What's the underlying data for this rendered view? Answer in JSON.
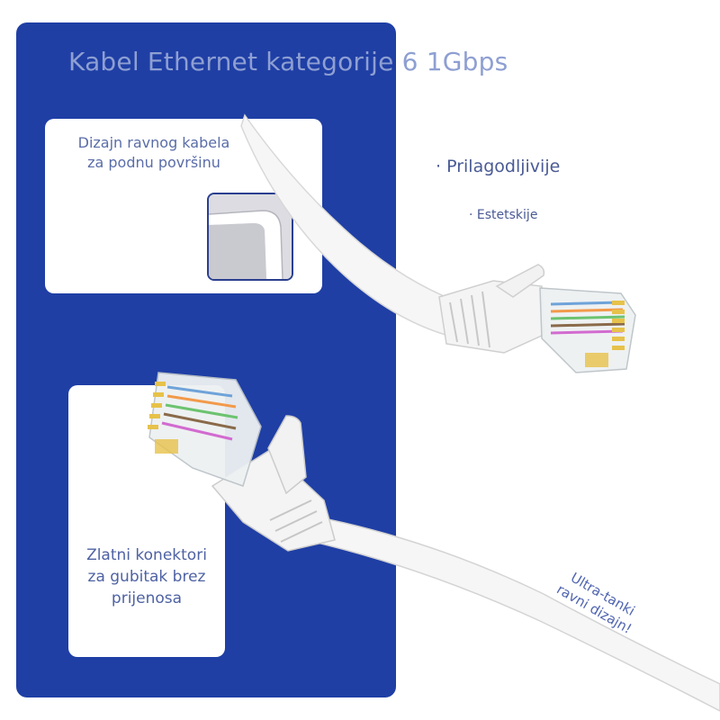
{
  "title": "Kabel Ethernet kategorije 6 1Gbps",
  "feature_flat": {
    "lines": [
      "Dizajn ravnog kabela",
      "za podnu površinu"
    ]
  },
  "feature_connectors": {
    "lines": [
      "Zlatni konektori",
      "za gubitak brez",
      "prijenosa"
    ]
  },
  "bullets": {
    "adaptable": "· Prilagodljivije",
    "aesthetic": "· Estetskije"
  },
  "ultra_thin": {
    "lines": [
      "Ultra-tanki",
      "ravni dizajn!"
    ]
  },
  "colors": {
    "panel_blue": "#1f3fa5",
    "title_text": "#8e9fd2",
    "body_text": "#4a5a95",
    "cable_white": "#f4f4f4",
    "contact_gold": "#e7c24a"
  }
}
